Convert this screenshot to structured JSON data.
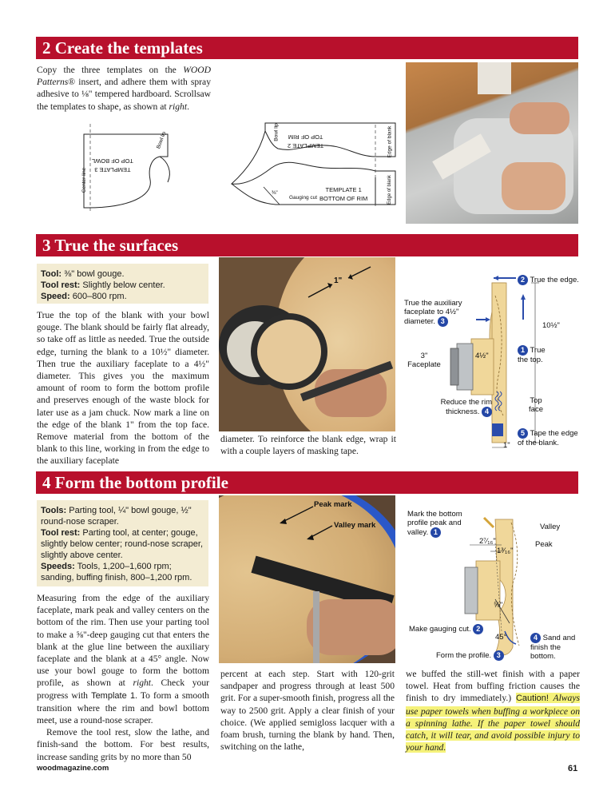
{
  "section2": {
    "heading": "2  Create the templates",
    "body_a": "Copy the three templates on the ",
    "body_italic": "WOOD Patterns",
    "body_reg": "®",
    "body_b": " insert, and adhere them with spray adhesive to ⅛\" tempered hardboard. Scrollsaw the templates to shape, as shown at ",
    "body_right": "right",
    "body_end": ".",
    "tpl3": {
      "line1": "TEMPLATE 3",
      "line2": "TOP OF BOWL",
      "bowl_lip": "Bowl lip",
      "center_line": "Center line"
    },
    "tpl2": {
      "line1": "TEMPLATE 2",
      "line2": "TOP OF RIM",
      "bowl_lip": "Bowl lip",
      "edge": "Edge of blank"
    },
    "tpl1": {
      "line1": "TEMPLATE 1",
      "line2": "BOTTOM OF RIM",
      "gauging": "Gauging cut",
      "edge": "Edge of blank",
      "dim": "⅜\""
    }
  },
  "section3": {
    "heading": "3  True the surfaces",
    "tool_label": "Tool:",
    "tool_value": " ⅜\" bowl gouge.",
    "rest_label": "Tool rest:",
    "rest_value": " Slightly below center.",
    "speed_label": "Speed:",
    "speed_value": " 600–800 rpm.",
    "body": "True the top of the blank with your bowl gouge. The blank should be fairly flat already, so take off as little as needed. True the outside edge, turning the blank to a 10½\" diameter. Then true the auxiliary faceplate to a 4½\" diameter. This gives you the maximum amount of room to form the bottom profile and preserves enough of the waste block for later use as a jam chuck. Now mark a line on the edge of the blank 1\" from the top face. Remove material from the bottom of the blank to this line, working in from the edge to the auxiliary faceplate",
    "body_cont": "diameter. To reinforce the blank edge, wrap it with a couple layers of masking tape.",
    "photo_label": "1\"",
    "diagram": {
      "true_edge": "True the edge.",
      "n2": "2",
      "true_aux": "True the auxiliary faceplate to 4½\" diameter.",
      "n3": "3",
      "dim_10": "10½\"",
      "faceplate": "3\" Faceplate",
      "dim_45": "4½\"",
      "true_top": "True the top.",
      "n1": "1",
      "reduce": "Reduce the rim thickness.",
      "n4": "4",
      "top_face": "Top face",
      "tape": "Tape the edge of the blank.",
      "n5": "5",
      "dim_1": "1\""
    }
  },
  "section4": {
    "heading": "4  Form the bottom profile",
    "tools_label": "Tools:",
    "tools_value": " Parting tool, ¼\" bowl gouge, ½\" round-nose scraper.",
    "rest_label": "Tool rest:",
    "rest_value": " Parting tool, at center; gouge, slightly below center; round-nose scraper, slightly above center.",
    "speeds_label": "Speeds:",
    "speeds_value": " Tools, 1,200–1,600 rpm; sanding, buffing finish, 800–1,200 rpm.",
    "body_p1_a": "Measuring from the edge of the auxiliary faceplate, mark peak and valley centers on the bottom of the rim. Then use your parting tool to make a ⅝\"-deep gauging cut that enters the blank at the glue line between the auxiliary faceplate and the blank at a 45° angle. Now use your bowl gouge to form the bottom profile, as shown at ",
    "body_p1_right": "right",
    "body_p1_b": ". Check your progress with ",
    "body_p1_tpl": "Template 1",
    "body_p1_c": ". To form a smooth transition where the rim and bowl bottom meet, use a round-nose scraper.",
    "body_p2": "Remove the tool rest, slow the lathe, and finish-sand the bottom. For best results, increase sanding grits by no more than 50",
    "col2": "percent at each step. Start with 120-grit sandpaper and progress through at least 500 grit. For a super-smooth finish, progress all the way to 2500 grit. Apply a clear finish of your choice. (We applied semigloss lacquer with a foam brush, turning the blank by hand. Then, switching on the lathe,",
    "col3": "we buffed the still-wet finish with a paper towel. Heat from buffing friction causes the finish to dry immediately.)",
    "caution_label": "Caution!",
    "caution_text": " Always use paper towels when buffing a workpiece on a spinning lathe. If the paper towel should catch, it will tear, and avoid possible injury to your hand.",
    "photo": {
      "peak": "Peak mark",
      "valley": "Valley mark"
    },
    "diagram": {
      "mark": "Mark the bottom profile peak and valley.",
      "n1": "1",
      "valley": "Valley",
      "peak": "Peak",
      "dim_a": "2⁷⁄₁₆\"",
      "dim_b": "1³⁄₁₆\"",
      "dim_c": "⅝\"",
      "gauging": "Make gauging cut.",
      "n2": "2",
      "angle": "45°",
      "sand": "Sand and finish the bottom.",
      "n4": "4",
      "form": "Form the profile.",
      "n3": "3"
    }
  },
  "footer": {
    "site": "woodmagazine.com",
    "page": "61"
  }
}
